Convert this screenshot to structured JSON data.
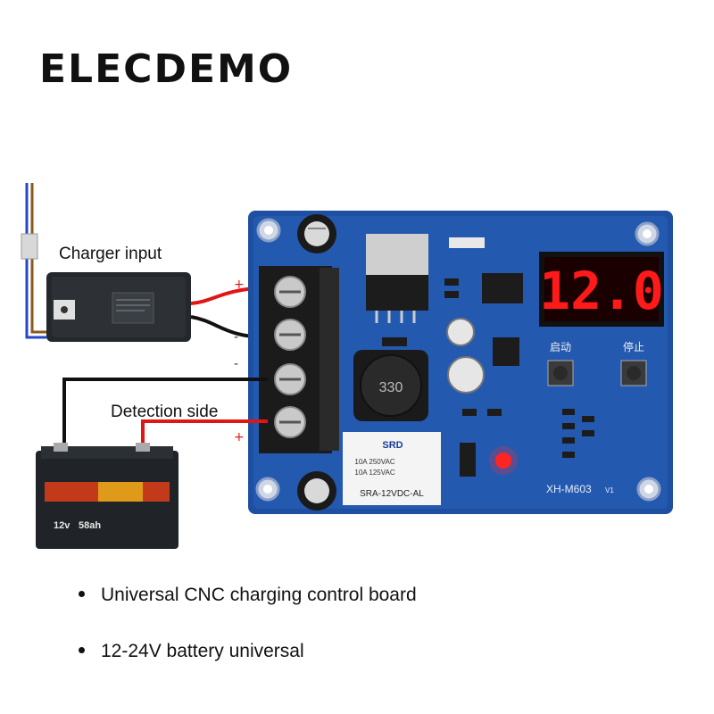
{
  "brand": "ELECDEMO",
  "labels": {
    "charger_input": "Charger input",
    "detection_side": "Detection side"
  },
  "display": {
    "value": "12.0",
    "color": "#ff1a1a"
  },
  "board": {
    "model": "XH-M603",
    "version": "V1",
    "inductor": "330",
    "relay_brand": "SRD",
    "relay_line1": "10A 250VAC",
    "relay_line2": "10A 125VAC",
    "relay_model": "SRA-12VDC-AL",
    "button_start": "启动",
    "button_stop": "停止",
    "board_color": "#1f4fa0"
  },
  "polarity": {
    "plus_top": "+",
    "minus_a": "-",
    "minus_b": "-",
    "plus_bottom": "+"
  },
  "battery": {
    "voltage": "12v",
    "capacity": "58ah"
  },
  "bullets": [
    "Universal CNC charging control board",
    "12-24V battery universal"
  ]
}
